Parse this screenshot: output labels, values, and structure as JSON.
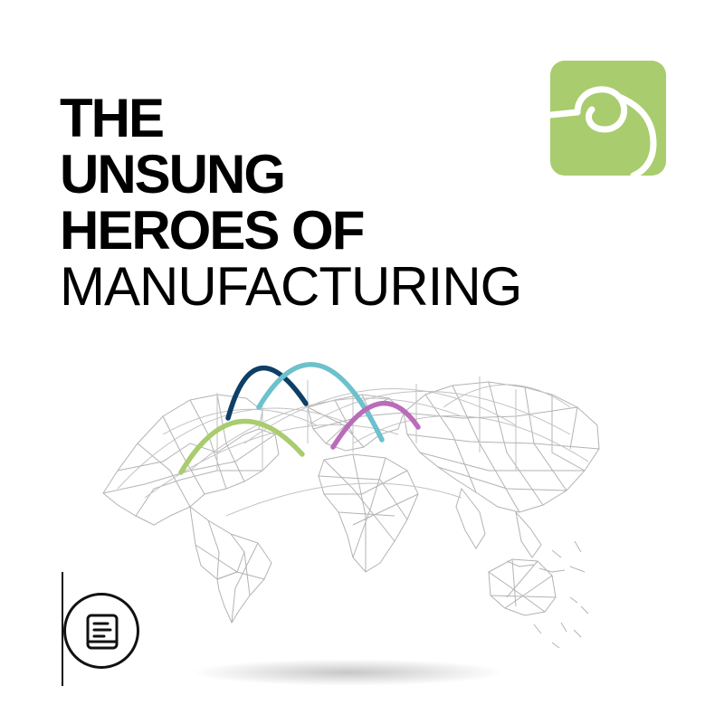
{
  "title": {
    "line1": "THE",
    "line2": "UNSUNG",
    "line3": "HEROES OF",
    "line4": "MANUFACTURING"
  },
  "colors": {
    "logo_bg": "#a9cc6e",
    "arc_dark_blue": "#0e3f66",
    "arc_teal": "#6cc1cc",
    "arc_green": "#a9cc6e",
    "arc_purple": "#b96cba",
    "map_lines": "#b3b3b3"
  },
  "icons": {
    "logo": "spiral-logo-icon",
    "document": "document-icon"
  }
}
